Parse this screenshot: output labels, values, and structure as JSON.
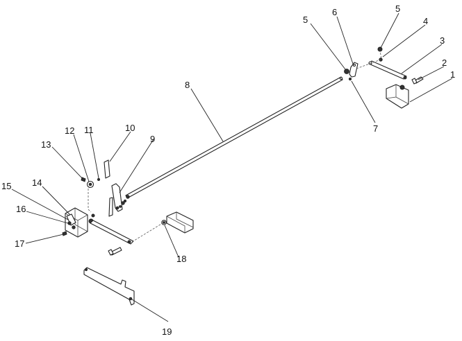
{
  "diagram": {
    "type": "exploded-assembly",
    "callouts": [
      {
        "id": "c1",
        "label": "1"
      },
      {
        "id": "c2",
        "label": "2"
      },
      {
        "id": "c3",
        "label": "3"
      },
      {
        "id": "c4",
        "label": "4"
      },
      {
        "id": "c5a",
        "label": "5"
      },
      {
        "id": "c5b",
        "label": "5"
      },
      {
        "id": "c6",
        "label": "6"
      },
      {
        "id": "c7",
        "label": "7"
      },
      {
        "id": "c8",
        "label": "8"
      },
      {
        "id": "c9",
        "label": "9"
      },
      {
        "id": "c10",
        "label": "10"
      },
      {
        "id": "c11",
        "label": "11"
      },
      {
        "id": "c12",
        "label": "12"
      },
      {
        "id": "c13",
        "label": "13"
      },
      {
        "id": "c14",
        "label": "14"
      },
      {
        "id": "c15",
        "label": "15"
      },
      {
        "id": "c16",
        "label": "16"
      },
      {
        "id": "c17",
        "label": "17"
      },
      {
        "id": "c18",
        "label": "18"
      },
      {
        "id": "c19",
        "label": "19"
      }
    ]
  }
}
